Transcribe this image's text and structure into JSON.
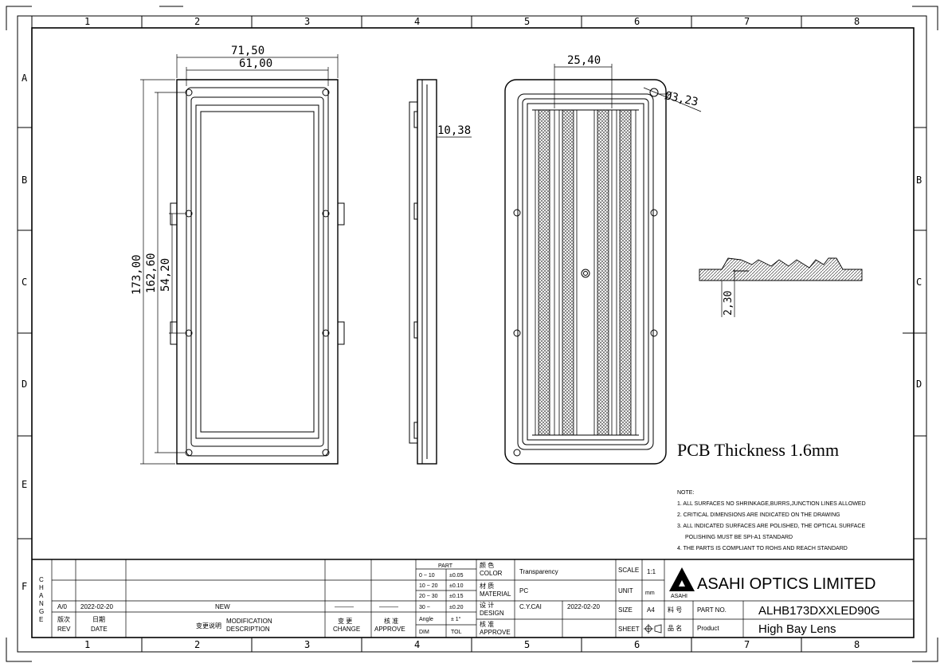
{
  "frame": {
    "columns": [
      "1",
      "2",
      "3",
      "4",
      "5",
      "6",
      "7",
      "8"
    ],
    "rows": [
      "A",
      "B",
      "C",
      "D",
      "E",
      "F"
    ]
  },
  "dimensions": {
    "overall_width": "71,50",
    "inner_width": "61,00",
    "overall_height": "173,00",
    "hole_span": "162,60",
    "slot_span": "54,20",
    "thickness": "10,38",
    "lens_width": "25,40",
    "hole_diameter": "Ø3,23",
    "step_height": "2,30"
  },
  "pcb_note": "PCB Thickness 1.6mm",
  "notes": {
    "heading": "NOTE:",
    "items": [
      "1. ALL SURFACES NO SHRINKAGE,BURRS,JUNCTION LINES ALLOWED",
      "2. CRITICAL DIMENSIONS ARE INDICATED ON THE DRAWING",
      "3. ALL INDICATED SURFACES ARE POLISHED, THE OPTICAL SURFACE",
      "POLISHING MUST BE SPI-A1 STANDARD",
      "4. THE PARTS IS COMPLIANT TO ROHS AND REACH STANDARD"
    ]
  },
  "revision": {
    "side_label": [
      "C",
      "H",
      "A",
      "N",
      "G",
      "E"
    ],
    "rev": "A/0",
    "date": "2022-02-20",
    "description": "NEW",
    "change_sign": "———",
    "approve_sign": "———",
    "hdr_rev_cn": "版次",
    "hdr_rev": "REV",
    "hdr_date_cn": "日期",
    "hdr_date": "DATE",
    "hdr_desc_cn": "变更说明",
    "hdr_desc_1": "MODIFICATION",
    "hdr_desc_2": "DESCRIPTION",
    "hdr_change_cn": "变 更",
    "hdr_change": "CHANGE",
    "hdr_approve_cn": "核 准",
    "hdr_approve": "APPROVE"
  },
  "tolerance": {
    "title": "PART",
    "rows": [
      {
        "range": "0 ~ 10",
        "tol": "±0.05"
      },
      {
        "range": "10 ~ 20",
        "tol": "±0.10"
      },
      {
        "range": "20 ~ 30",
        "tol": "±0.15"
      },
      {
        "range": "30 ~",
        "tol": "±0.20"
      },
      {
        "range": "Angle",
        "tol": "± 1°"
      }
    ],
    "dim": "DIM",
    "tol": "TOL"
  },
  "titleblock": {
    "color_cn": "颜 色",
    "color_label": "COLOR",
    "color": "Transparency",
    "material_cn": "材 质",
    "material_label": "MATERIAL",
    "material": "PC",
    "design_cn": "设 计",
    "design_label": "DESIGN",
    "designer": "C.Y.CAI",
    "design_date": "2022-02-20",
    "approve_cn": "核 准",
    "approve_label": "APPROVE",
    "scale_label": "SCALE",
    "scale": "1:1",
    "unit_label": "UNIT",
    "unit": "mm",
    "size_label": "SIZE",
    "size": "A4",
    "sheet_label": "SHEET",
    "company": "ASAHI OPTICS LIMITED",
    "logo_text": "ASAHI",
    "partno_cn": "料 号",
    "partno_label": "PART NO.",
    "partno": "ALHB173DXXLED90G",
    "product_cn": "品 名",
    "product_label": "Product",
    "product": "High Bay Lens"
  },
  "colors": {
    "line": "#000000",
    "paper": "#ffffff",
    "hatch": "#555555"
  }
}
